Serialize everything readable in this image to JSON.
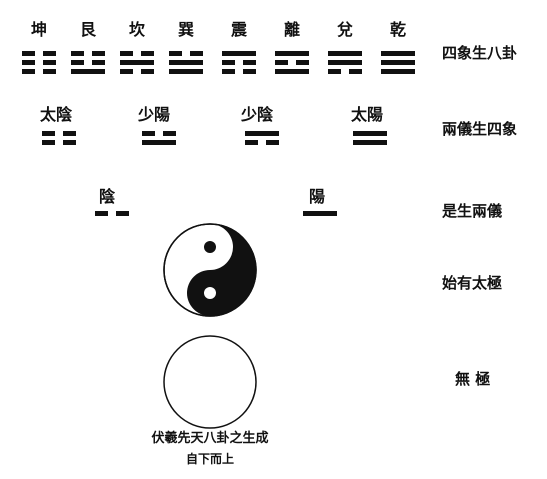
{
  "trigrams": [
    {
      "name": "坤",
      "lines": [
        0,
        0,
        0
      ]
    },
    {
      "name": "艮",
      "lines": [
        1,
        0,
        0
      ]
    },
    {
      "name": "坎",
      "lines": [
        0,
        1,
        0
      ]
    },
    {
      "name": "巽",
      "lines": [
        1,
        1,
        0
      ]
    },
    {
      "name": "震",
      "lines": [
        0,
        0,
        1
      ]
    },
    {
      "name": "離",
      "lines": [
        1,
        0,
        1
      ]
    },
    {
      "name": "兌",
      "lines": [
        0,
        1,
        1
      ]
    },
    {
      "name": "乾",
      "lines": [
        1,
        1,
        1
      ]
    }
  ],
  "four_images": [
    {
      "name": "太陰",
      "lines": [
        0,
        0
      ]
    },
    {
      "name": "少陽",
      "lines": [
        1,
        0
      ]
    },
    {
      "name": "少陰",
      "lines": [
        0,
        1
      ]
    },
    {
      "name": "太陽",
      "lines": [
        1,
        1
      ]
    }
  ],
  "two_modes": [
    {
      "name": "陰",
      "lines": [
        0
      ]
    },
    {
      "name": "陽",
      "lines": [
        1
      ]
    }
  ],
  "row_labels": {
    "trigrams": "四象生八卦",
    "four_images": "兩儀生四象",
    "two_modes": "是生兩儀",
    "taiji": "始有太極",
    "wuji": "無 極"
  },
  "caption": {
    "line1": "伏羲先天八卦之生成",
    "line2": "自下而上"
  }
}
